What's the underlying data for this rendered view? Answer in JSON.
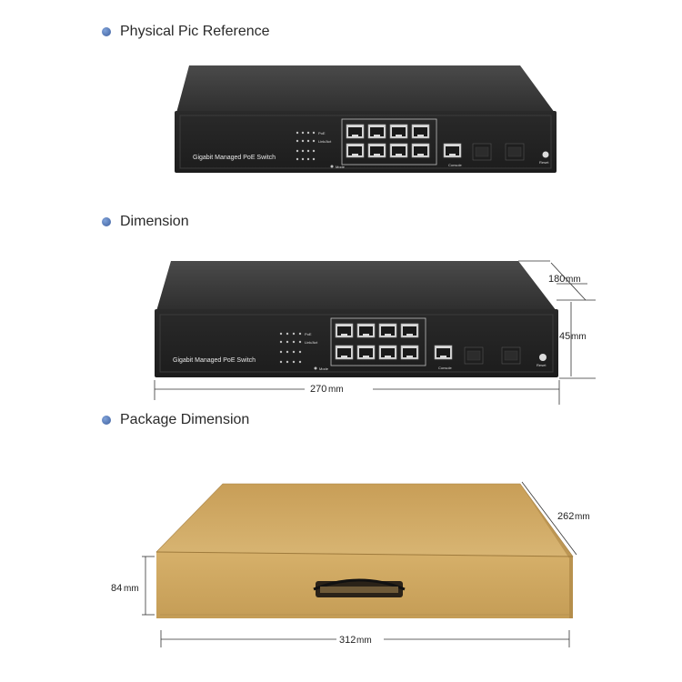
{
  "sections": {
    "physical": "Physical Pic Reference",
    "dimension": "Dimension",
    "package": "Package Dimension"
  },
  "device": {
    "label": "Gigabit Managed PoE Switch",
    "led_row1": "PoE",
    "led_row2": "Link/Act",
    "mode_label": "Mode",
    "console_label": "Console",
    "reset_label": "Reset"
  },
  "dimension": {
    "depth_value": "180",
    "depth_unit": "mm",
    "height_value": "45",
    "height_unit": "mm",
    "width_value": "270",
    "width_unit": "mm"
  },
  "package": {
    "depth_value": "262",
    "depth_unit": "mm",
    "height_value": "84",
    "height_unit": "mm",
    "width_value": "312",
    "width_unit": "mm"
  },
  "colors": {
    "bullet": "#4a6fb0",
    "device_body": "#2b2b2b",
    "device_top": "#3a3a3a",
    "box": "#c9a460"
  }
}
